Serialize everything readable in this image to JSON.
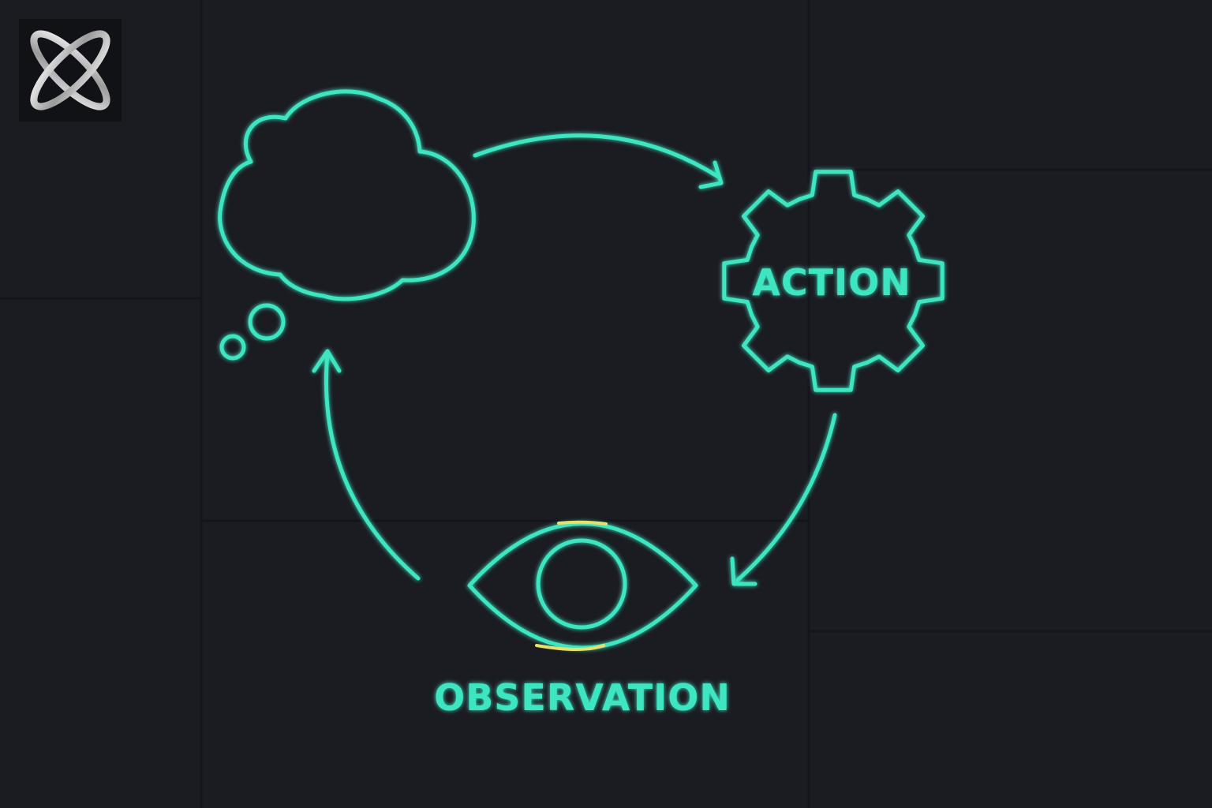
{
  "colors": {
    "background": "#1b1c22",
    "panel_line": "#15161b",
    "accent": "#3ee6c1",
    "highlight": "#e8e06a",
    "logo_tile": "#111216",
    "logo_mark": "#d8d8d8"
  },
  "logo": {
    "icon": "x-orbit-logo"
  },
  "nodes": {
    "thought": {
      "icon": "thought-cloud-icon",
      "label": ""
    },
    "action": {
      "icon": "gear-icon",
      "label": "ACTION"
    },
    "observation": {
      "icon": "eye-icon",
      "label": "OBSERVATION"
    }
  },
  "cycle": [
    {
      "from": "thought",
      "to": "action"
    },
    {
      "from": "action",
      "to": "observation"
    },
    {
      "from": "observation",
      "to": "thought"
    }
  ]
}
